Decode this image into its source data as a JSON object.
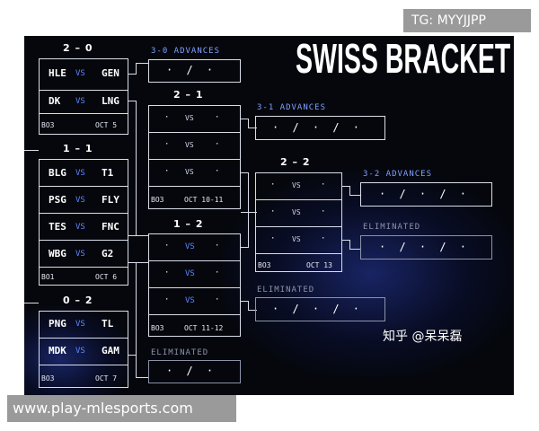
{
  "watermark_tg": "TG: MYYJJPP",
  "watermark_url": "www.play-mlesports.com",
  "watermark_cn": "知乎 @呆呆磊",
  "title": "SWISS BRACKET",
  "colors": {
    "background": "#05070d",
    "vs": "#5c86ff",
    "advances_label": "#7fa1ff",
    "eliminated_label": "#8b93a8"
  },
  "col1": {
    "group_a": {
      "header": "2 – 0",
      "matches": [
        {
          "t1": "HLE",
          "vs": "VS",
          "t2": "GEN"
        },
        {
          "t1": "DK",
          "vs": "VS",
          "t2": "LNG"
        }
      ],
      "format": "BO3",
      "date": "OCT 5"
    },
    "group_b": {
      "header": "1 – 1",
      "matches": [
        {
          "t1": "BLG",
          "vs": "VS",
          "t2": "T1"
        },
        {
          "t1": "PSG",
          "vs": "VS",
          "t2": "FLY"
        },
        {
          "t1": "TES",
          "vs": "VS",
          "t2": "FNC"
        },
        {
          "t1": "WBG",
          "vs": "VS",
          "t2": "G2"
        }
      ],
      "format": "BO1",
      "date": "OCT 6"
    },
    "group_c": {
      "header": "0 – 2",
      "matches": [
        {
          "t1": "PNG",
          "vs": "VS",
          "t2": "TL"
        },
        {
          "t1": "MDK",
          "vs": "VS",
          "t2": "GAM"
        }
      ],
      "format": "BO3",
      "date": "OCT 7"
    }
  },
  "col2": {
    "adv": {
      "label": "3-0 ADVANCES",
      "slots": "· / ·"
    },
    "group_a": {
      "header": "2 – 1",
      "format": "BO3",
      "date": "OCT 10-11",
      "dot": "·",
      "vs": "VS"
    },
    "group_b": {
      "header": "1 – 2",
      "format": "BO3",
      "date": "OCT 11-12",
      "dot": "·",
      "vs": "VS"
    },
    "elim": {
      "label": "ELIMINATED",
      "slots": "· / ·"
    }
  },
  "col3": {
    "adv": {
      "label": "3-1 ADVANCES",
      "slots": "· / · / ·"
    },
    "group": {
      "header": "2 – 2",
      "format": "BO3",
      "date": "OCT 13",
      "dot": "·",
      "vs": "VS"
    },
    "elim": {
      "label": "ELIMINATED",
      "slots": "· / · / ·"
    }
  },
  "col4": {
    "adv": {
      "label": "3-2 ADVANCES",
      "slots": "· / · / ·"
    },
    "elim": {
      "label": "ELIMINATED",
      "slots": "· / · / ·"
    }
  }
}
